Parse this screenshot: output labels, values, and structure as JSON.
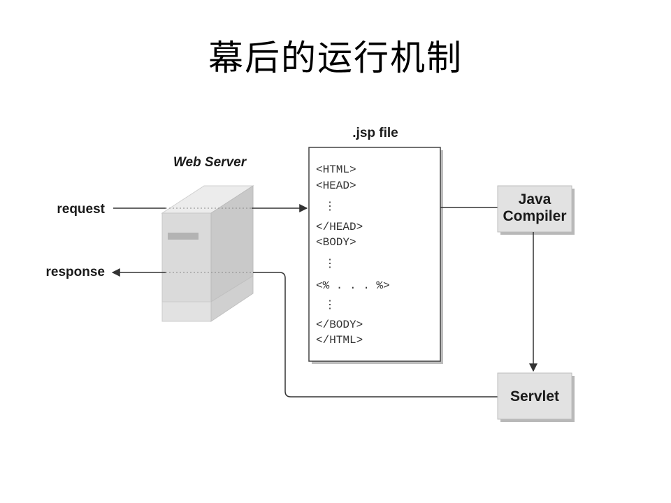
{
  "title": "幕后的运行机制",
  "diagram": {
    "web_server_label": "Web Server",
    "request_label": "request",
    "response_label": "response",
    "jsp_file_label": ".jsp file",
    "jsp_lines": [
      "<HTML>",
      "<HEAD>",
      "⋮",
      "</HEAD>",
      "<BODY>",
      "⋮",
      "<% . . . %>",
      "⋮",
      "</BODY>",
      "</HTML>"
    ],
    "compiler_label_line1": "Java",
    "compiler_label_line2": "Compiler",
    "servlet_label": "Servlet"
  }
}
